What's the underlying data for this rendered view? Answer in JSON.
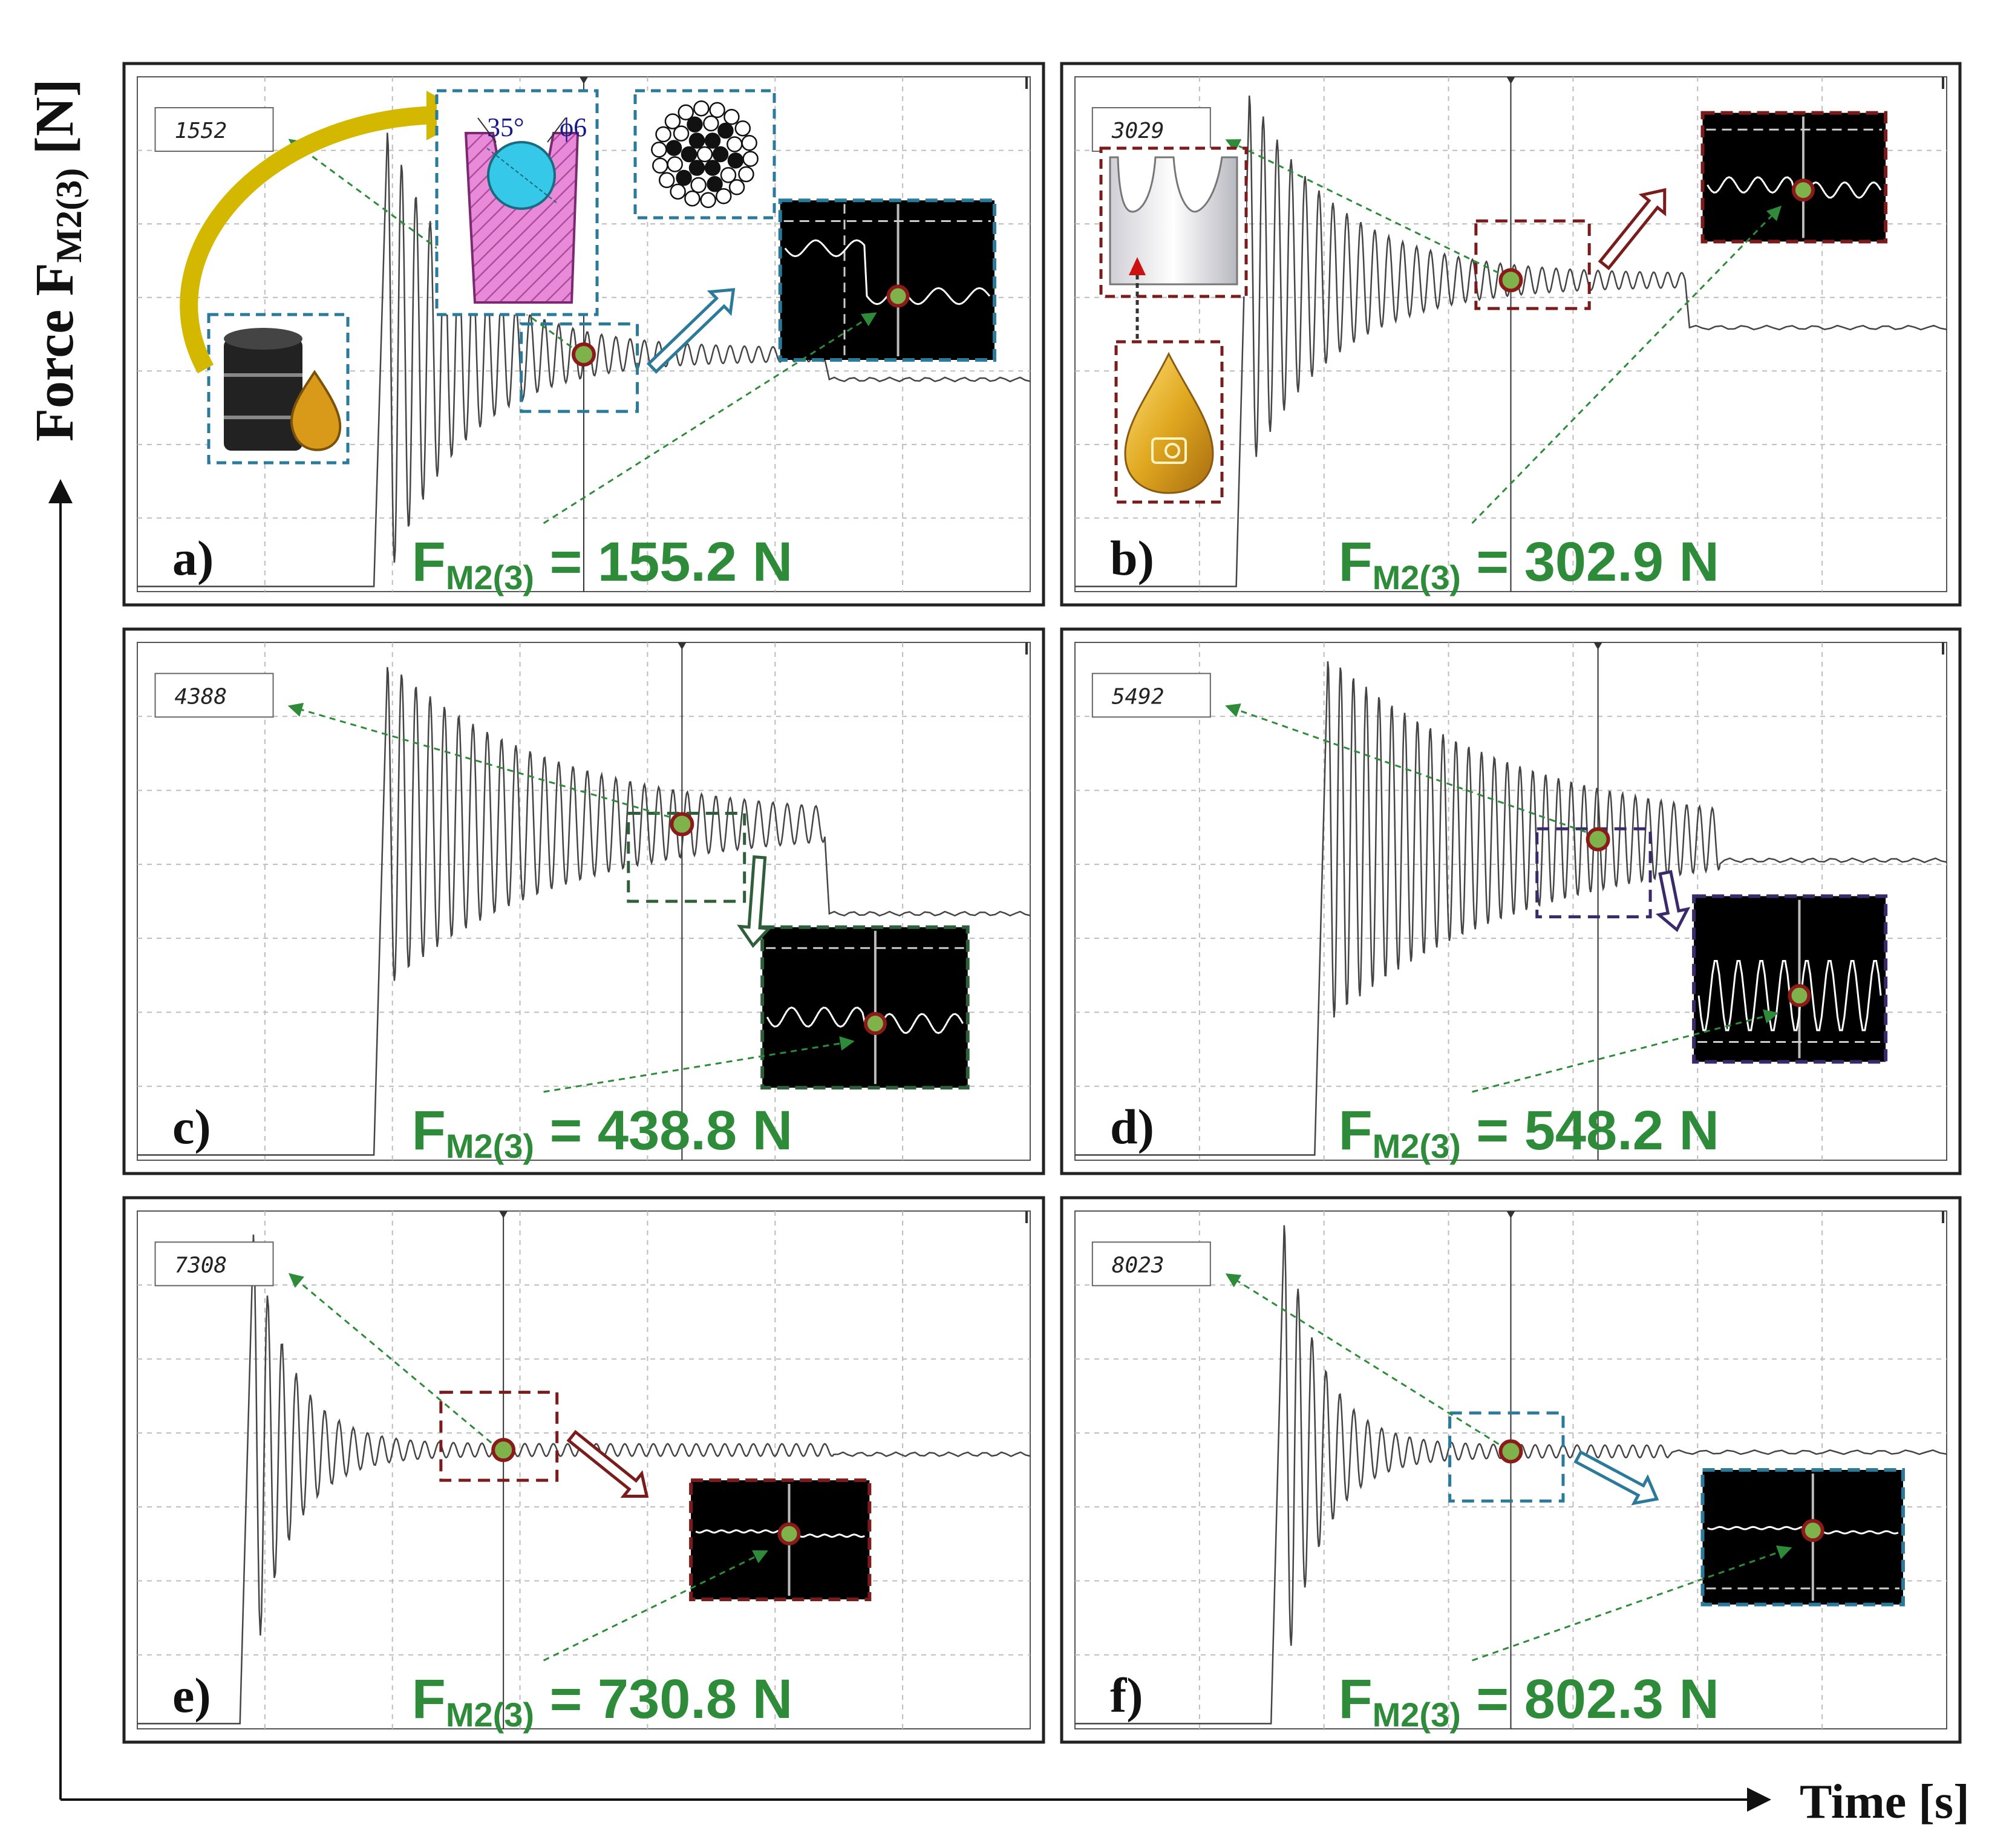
{
  "figure": {
    "y_axis_title": "Force F",
    "y_axis_sub": "M2(3)",
    "y_axis_unit": " [N]",
    "x_axis_title": "Time [s]"
  },
  "colors": {
    "label_green": "#2e8b3a",
    "signal": "#444444",
    "grid": "#bdbdbd",
    "marker_fill": "#7fb24a",
    "marker_ring": "#8b1a1a",
    "dash_blue": "#2b7a99",
    "dash_brown": "#7a1c1c",
    "dash_green": "#2f5f3a",
    "dash_purple": "#3a2a6a",
    "panel_border": "#222222"
  },
  "icons": {
    "a": [
      "oil-barrel-icon",
      "groove-cross-section-diagram",
      "wire-rope-cross-section-icon",
      "curved-arrow-icon"
    ],
    "b": [
      "sheave-groove-profile-icon",
      "lubricant-drop-icon"
    ]
  },
  "diagram_labels": {
    "angle": "35°",
    "diameter": "ϕ6"
  },
  "chart_data": [
    {
      "id": "a",
      "panel": "a)",
      "type": "line",
      "readout": "1552",
      "label_base": "F",
      "label_sub": "M2(3)",
      "label_rest": " = 155.2 N",
      "force_value_N": 155.2,
      "ylim": [
        11,
        324
      ],
      "peak_y": 290,
      "steady_y": 155.2,
      "after_y": 140,
      "rise_x": 0.28,
      "step_x": 0.77,
      "osc_count": 12,
      "marker_x": 0.5,
      "box_color": "dash_blue",
      "inset_trace": "drop",
      "inset_dash": "upper",
      "readout_dash": "blue"
    },
    {
      "id": "b",
      "panel": "b)",
      "type": "line",
      "readout": "3029",
      "label_base": "F",
      "label_sub": "M2(3)",
      "label_rest": " = 302.9 N",
      "force_value_N": 302.9,
      "ylim": [
        21,
        487
      ],
      "peak_y": 470,
      "steady_y": 302.9,
      "after_y": 260,
      "rise_x": 0.2,
      "step_x": 0.7,
      "osc_count": 14,
      "marker_x": 0.5,
      "box_color": "dash_brown",
      "inset_trace": "wavy",
      "inset_dash": "upper",
      "readout_dash": "brown"
    },
    {
      "id": "c",
      "panel": "c)",
      "type": "line",
      "readout": "4388",
      "label_base": "F",
      "label_sub": "M2(3)",
      "label_rest": " = 438.8 N",
      "force_value_N": 438.8,
      "ylim": [
        30,
        660
      ],
      "peak_y": 630,
      "steady_y": 438.8,
      "after_y": 330,
      "rise_x": 0.28,
      "step_x": 0.77,
      "osc_count": 26,
      "marker_x": 0.61,
      "box_color": "dash_green",
      "inset_trace": "wavy",
      "inset_dash": "upper",
      "readout_dash": "green"
    },
    {
      "id": "d",
      "panel": "d)",
      "type": "line",
      "readout": "5492",
      "label_base": "F",
      "label_sub": "M2(3)",
      "label_rest": " = 548.2 N",
      "force_value_N": 548.2,
      "ylim": [
        40,
        860
      ],
      "peak_y": 830,
      "steady_y": 548.2,
      "after_y": 515,
      "rise_x": 0.29,
      "step_x": 0.74,
      "osc_count": 34,
      "marker_x": 0.6,
      "box_color": "dash_purple",
      "inset_trace": "strong",
      "inset_dash": "lower",
      "readout_dash": "purple"
    },
    {
      "id": "e",
      "panel": "e)",
      "type": "line",
      "readout": "7308",
      "label_base": "F",
      "label_sub": "M2(3)",
      "label_rest": " = 730.8 N",
      "force_value_N": 730.8,
      "ylim": [
        20,
        1340
      ],
      "peak_y": 1280,
      "steady_y": 730.8,
      "after_y": 720,
      "rise_x": 0.13,
      "step_x": 0.78,
      "osc_count": 6,
      "marker_x": 0.41,
      "box_color": "dash_brown",
      "inset_trace": "flat",
      "inset_dash": "none",
      "readout_dash": "brown"
    },
    {
      "id": "f",
      "panel": "f)",
      "type": "line",
      "readout": "8023",
      "label_base": "F",
      "label_sub": "M2(3)",
      "label_rest": " = 802.3 N",
      "force_value_N": 802.3,
      "ylim": [
        20,
        1480
      ],
      "peak_y": 1440,
      "steady_y": 802.3,
      "after_y": 800,
      "rise_x": 0.24,
      "step_x": 0.68,
      "osc_count": 6,
      "marker_x": 0.5,
      "box_color": "dash_blue",
      "inset_trace": "flat",
      "inset_dash": "lower",
      "readout_dash": "blue"
    }
  ]
}
